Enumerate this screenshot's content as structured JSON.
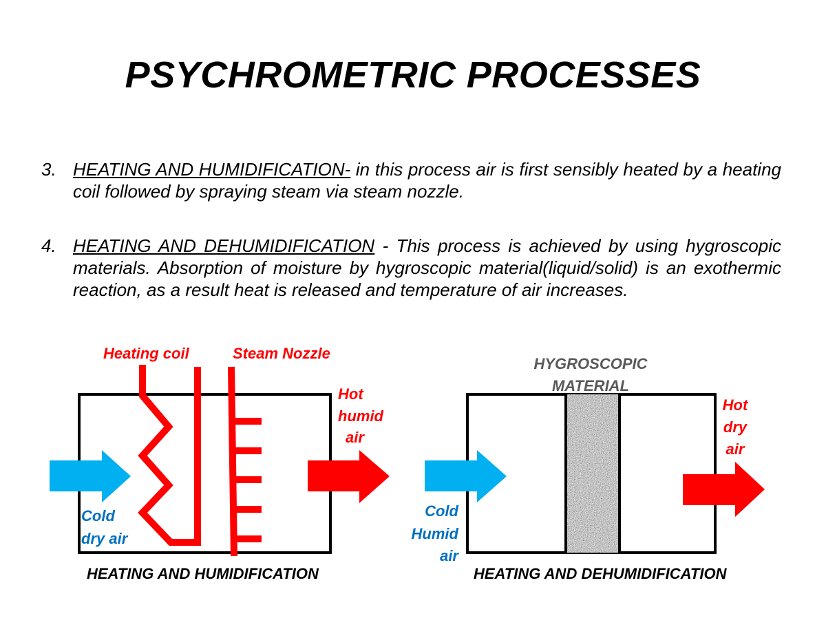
{
  "title": "PSYCHROMETRIC PROCESSES",
  "points": [
    {
      "number": "3.",
      "heading": "HEATING AND HUMIDIFICATION-",
      "text": " in this process air is first sensibly heated by a heating coil followed by spraying steam via steam nozzle."
    },
    {
      "number": "4.",
      "heading": "HEATING AND DEHUMIDIFICATION",
      "text": " - This process is achieved by using hygroscopic materials. Absorption of moisture by hygroscopic material(liquid/solid) is an exothermic reaction, as a result heat is released and temperature of air increases."
    }
  ],
  "diagram_left": {
    "heating_coil_label": "Heating coil",
    "steam_nozzle_label": "Steam Nozzle",
    "outlet_label": [
      "Hot",
      "humid",
      "air"
    ],
    "inlet_label": [
      "Cold",
      "dry air"
    ],
    "caption": "HEATING AND HUMIDIFICATION"
  },
  "diagram_right": {
    "material_label": [
      "HYGROSCOPIC",
      "MATERIAL"
    ],
    "outlet_label": [
      "Hot",
      "dry",
      "air"
    ],
    "inlet_label": [
      "Cold",
      "Humid",
      "air"
    ],
    "caption": "HEATING AND DEHUMIDIFICATION"
  },
  "colors": {
    "hot": "#ff0000",
    "cold_arrow": "#00b0f0",
    "cold_text": "#0070c0",
    "material_label": "#595959",
    "outline": "#000000"
  }
}
